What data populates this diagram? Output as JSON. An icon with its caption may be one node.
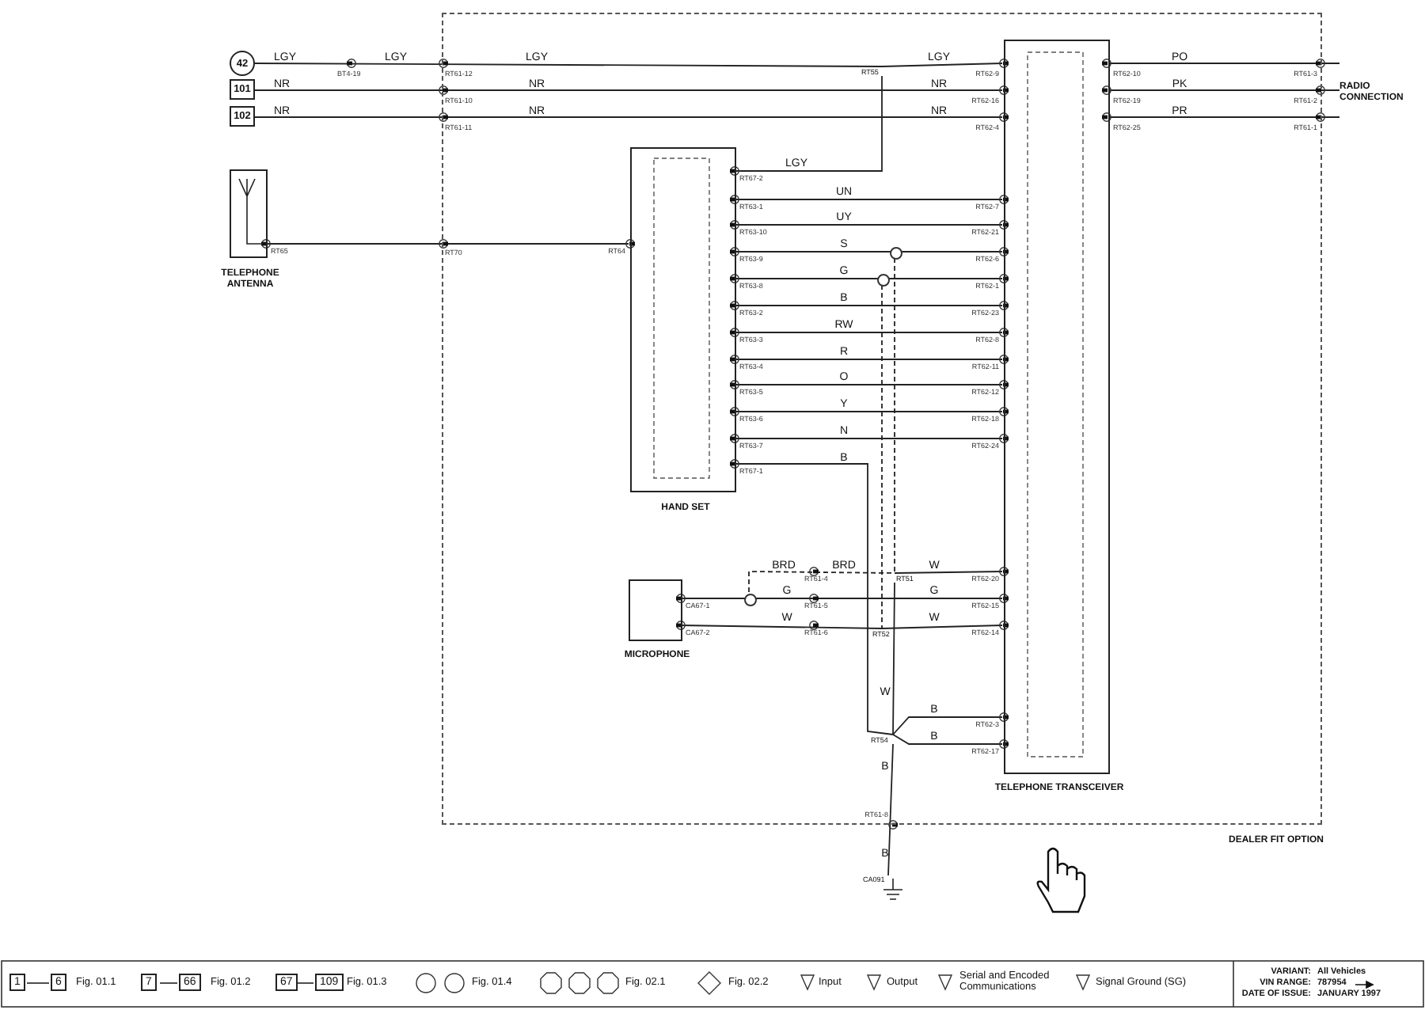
{
  "diagram": {
    "nodes": [
      {
        "text": [
          "DEALER FIT OPTION"
        ]
      },
      {
        "text": [
          "42"
        ]
      },
      {
        "text": [
          "101"
        ]
      },
      {
        "text": [
          "102"
        ]
      },
      {
        "text": [
          "TELEPHONE ANTENNA"
        ]
      },
      {
        "text": [
          "HAND SET"
        ],
        "in": 0
      },
      {
        "text": [
          "TELEPHONE TRANSCEIVER"
        ],
        "in": 0
      },
      {
        "text": [
          "RADIO CONNECTION"
        ]
      },
      {
        "text": [
          "RT55"
        ],
        "in": 0
      },
      {
        "text": [
          "MICROPHONE"
        ],
        "in": 0
      },
      {
        "text": [
          "RT51"
        ],
        "in": 0
      },
      {
        "text": [
          "RT52"
        ],
        "in": 0
      },
      {
        "text": [
          "RT54"
        ],
        "in": 0
      },
      {
        "text": [
          "CA091"
        ]
      },
      {
        "text": [],
        "shape": "circle",
        "in": 0
      },
      {
        "text": [],
        "shape": "circle",
        "in": 0
      },
      {
        "text": [],
        "shape": "circle",
        "in": 0
      }
    ],
    "edges": [
      {
        "from": 1,
        "to": 8,
        "arrow": "none",
        "label": "LGY"
      },
      {
        "from": 8,
        "to": 6,
        "arrow": "none",
        "label": "LGY"
      },
      {
        "from": 2,
        "to": 6,
        "arrow": "none",
        "label": "NR"
      },
      {
        "from": 3,
        "to": 6,
        "arrow": "none",
        "label": "NR"
      },
      {
        "from": 4,
        "to": 5,
        "arrow": "none"
      },
      {
        "from": 6,
        "to": 7,
        "arrow": "none",
        "label": "PO"
      },
      {
        "from": 6,
        "to": 7,
        "arrow": "none",
        "label": "PK"
      },
      {
        "from": 6,
        "to": 7,
        "arrow": "none",
        "label": "PR"
      },
      {
        "from": 5,
        "to": 8,
        "arrow": "none",
        "label": "LGY"
      },
      {
        "from": 5,
        "to": 6,
        "arrow": "none",
        "label": "UN"
      },
      {
        "from": 5,
        "to": 6,
        "arrow": "none",
        "label": "UY"
      },
      {
        "from": 5,
        "to": 6,
        "arrow": "none",
        "label": "S"
      },
      {
        "from": 5,
        "to": 6,
        "arrow": "none",
        "label": "G"
      },
      {
        "from": 5,
        "to": 6,
        "arrow": "none",
        "label": "B"
      },
      {
        "from": 5,
        "to": 6,
        "arrow": "none",
        "label": "RW"
      },
      {
        "from": 5,
        "to": 6,
        "arrow": "none",
        "label": "R"
      },
      {
        "from": 5,
        "to": 6,
        "arrow": "none",
        "label": "O"
      },
      {
        "from": 5,
        "to": 6,
        "arrow": "none",
        "label": "Y"
      },
      {
        "from": 5,
        "to": 6,
        "arrow": "none",
        "label": "N"
      },
      {
        "from": 5,
        "to": 12,
        "arrow": "none",
        "label": "B"
      },
      {
        "from": 14,
        "to": 10,
        "arrow": "none",
        "label": "BRD",
        "style": "dashed"
      },
      {
        "from": 9,
        "to": 6,
        "arrow": "none",
        "label": "G"
      },
      {
        "from": 9,
        "to": 11,
        "arrow": "none",
        "label": "W"
      },
      {
        "from": 10,
        "to": 6,
        "arrow": "none",
        "label": "W"
      },
      {
        "from": 11,
        "to": 6,
        "arrow": "none",
        "label": "W"
      },
      {
        "from": 10,
        "to": 12,
        "arrow": "none",
        "label": "W"
      },
      {
        "from": 12,
        "to": 6,
        "arrow": "none",
        "label": "B"
      },
      {
        "from": 12,
        "to": 6,
        "arrow": "none",
        "label": "B"
      },
      {
        "from": 12,
        "to": 13,
        "arrow": "none",
        "label": "B"
      },
      {
        "from": 15,
        "to": 11,
        "arrow": "none",
        "style": "dashed"
      },
      {
        "from": 16,
        "to": 10,
        "arrow": "none",
        "style": "dashed"
      }
    ],
    "labels": [
      "BT4-19",
      "LGY",
      "RT61-12",
      "LGY",
      "RT62-9",
      "RT62-10",
      "RT61-3",
      "RT61-10",
      "NR",
      "NR",
      "RT62-16",
      "RT62-19",
      "RT61-2",
      "RT61-11",
      "NR",
      "NR",
      "RT62-4",
      "RT62-25",
      "RT61-1",
      "RT67-2",
      "RT63-1",
      "RT62-7",
      "RT63-10",
      "RT62-21",
      "RT65",
      "RT70",
      "RT64",
      "RT63-9",
      "RT62-6",
      "RT63-8",
      "RT62-1",
      "RT63-2",
      "RT62-23",
      "RT63-3",
      "RT62-8",
      "RT63-4",
      "RT62-11",
      "RT63-5",
      "RT62-12",
      "RT63-6",
      "RT62-18",
      "RT63-7",
      "RT62-24",
      "RT67-1",
      "BRD",
      "RT61-4",
      "RT62-20",
      "CA67-1",
      "RT61-5",
      "G",
      "RT62-15",
      "CA67-2",
      "RT61-6",
      "RT62-14",
      "RT62-3",
      "RT62-17",
      "RT61-8",
      "B",
      "1",
      "6",
      "Fig. 01.1",
      "7",
      "66",
      "Fig. 01.2",
      "67",
      "109",
      "Fig. 01.3",
      "Fig. 01.4",
      "Fig. 02.1",
      "Fig. 02.2",
      "Input",
      "Output",
      "Serial and Encoded Communications",
      "Signal Ground (SG)",
      "VARIANT:",
      "All Vehicles",
      "VIN RANGE:",
      "787954",
      "DATE OF ISSUE:",
      "JANUARY 1997"
    ]
  }
}
